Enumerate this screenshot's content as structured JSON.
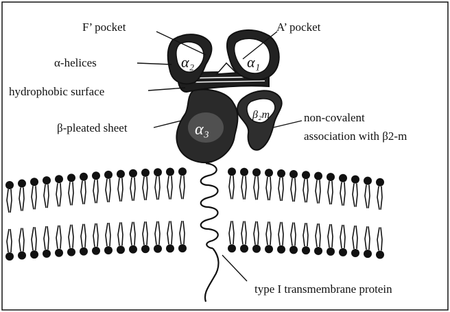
{
  "labels": {
    "f_pocket": "F’ pocket",
    "a_pocket": "A’ pocket",
    "alpha_helices": "α-helices",
    "hydrophobic_surface": "hydrophobic surface",
    "beta_sheet": "β-pleated sheet",
    "noncovalent_line1": "non-covalent",
    "noncovalent_line2": "association with β2-m",
    "transmembrane": "type I transmembrane protein"
  },
  "domains": {
    "alpha1": "α₁",
    "alpha2": "α₂",
    "alpha3": "α₃",
    "beta2m": "β₂m"
  },
  "colors": {
    "ink": "#111111",
    "background": "#ffffff"
  }
}
